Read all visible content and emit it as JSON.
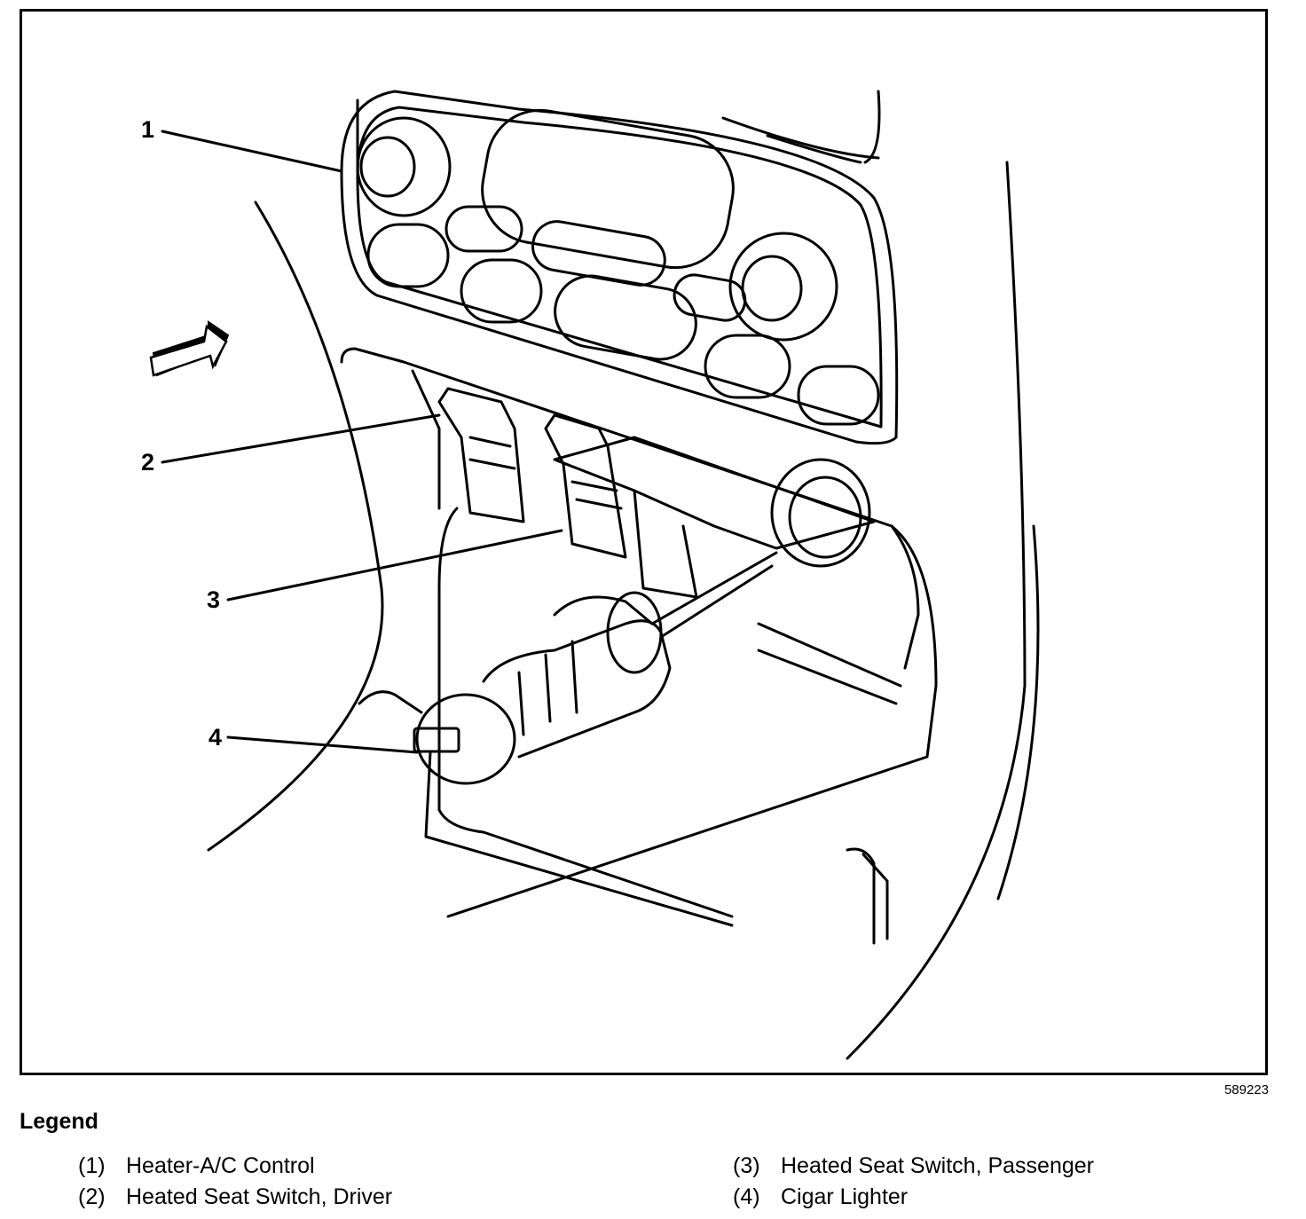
{
  "figure": {
    "id": "589223",
    "callouts": [
      "1",
      "2",
      "3",
      "4"
    ]
  },
  "legend": {
    "title": "Legend",
    "items": [
      {
        "num": "(1)",
        "label": "Heater-A/C Control"
      },
      {
        "num": "(2)",
        "label": "Heated Seat Switch, Driver"
      },
      {
        "num": "(3)",
        "label": "Heated Seat Switch, Passenger"
      },
      {
        "num": "(4)",
        "label": "Cigar Lighter"
      }
    ]
  }
}
